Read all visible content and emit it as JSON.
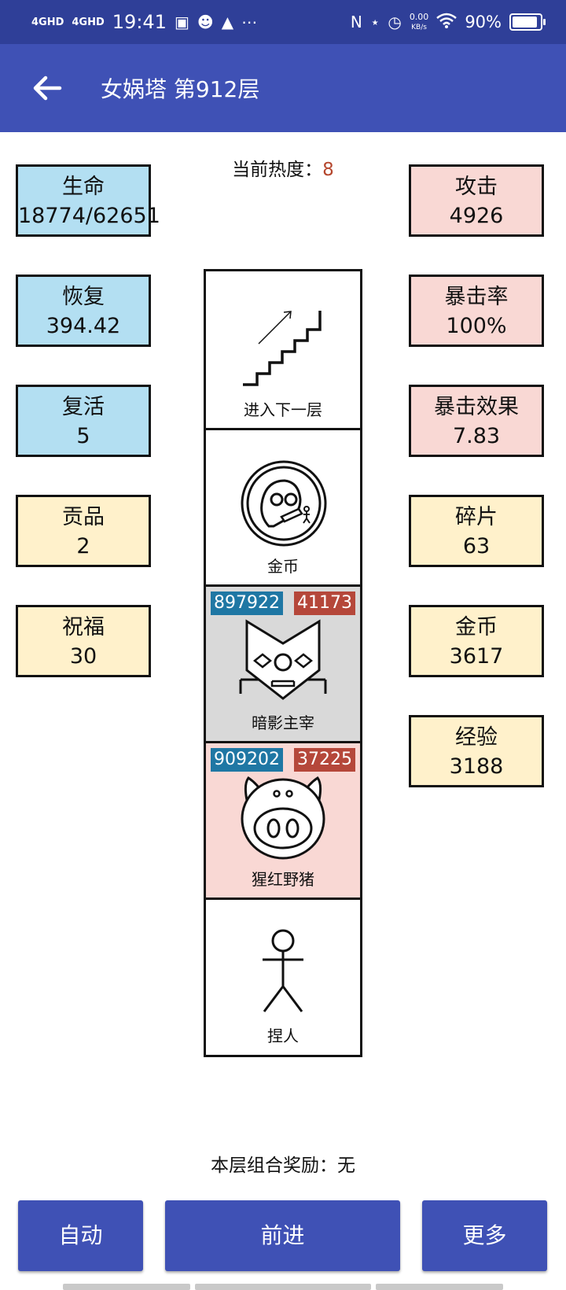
{
  "status_bar": {
    "signal1": "4GHD",
    "signal2": "4GHD",
    "time": "19:41",
    "icons": [
      "soul-app-icon",
      "wechat-icon",
      "qq-icon",
      "more-dots-icon"
    ],
    "right_icons": [
      "nfc-icon",
      "bluetooth-icon",
      "alarm-icon"
    ],
    "net_speed_value": "0.00",
    "net_speed_unit": "KB/s",
    "battery_percent": "90%",
    "battery_level": 0.9
  },
  "header": {
    "back_icon": "arrow-left-icon",
    "title": "女娲塔 第912层"
  },
  "heat": {
    "label": "当前热度：",
    "value": "8",
    "value_color": "#b5472e"
  },
  "left_stats": [
    {
      "name": "生命",
      "value": "18774/62651",
      "color": "#b3dff2"
    },
    {
      "name": "恢复",
      "value": "394.42",
      "color": "#b3dff2"
    },
    {
      "name": "复活",
      "value": "5",
      "color": "#b3dff2"
    },
    {
      "name": "贡品",
      "value": "2",
      "color": "#fff1cb"
    },
    {
      "name": "祝福",
      "value": "30",
      "color": "#fff1cb"
    }
  ],
  "right_stats": [
    {
      "name": "攻击",
      "value": "4926",
      "color": "#f9d8d4"
    },
    {
      "name": "暴击率",
      "value": "100%",
      "color": "#f9d8d4"
    },
    {
      "name": "暴击效果",
      "value": "7.83",
      "color": "#f9d8d4"
    },
    {
      "name": "碎片",
      "value": "63",
      "color": "#fff1cb"
    },
    {
      "name": "金币",
      "value": "3617",
      "color": "#fff1cb"
    },
    {
      "name": "经验",
      "value": "3188",
      "color": "#fff1cb"
    }
  ],
  "tower": {
    "cells": [
      {
        "label": "进入下一层",
        "icon": "stairs-icon",
        "bg": "#ffffff"
      },
      {
        "label": "金币",
        "icon": "gold-coin-icon",
        "bg": "#ffffff"
      },
      {
        "label": "暗影主宰",
        "icon": "shadow-lord-mask-icon",
        "bg": "#d9d9d9",
        "hp": "897922",
        "atk": "41173"
      },
      {
        "label": "猩红野猪",
        "icon": "boar-icon",
        "bg": "#f9d8d4",
        "hp": "909202",
        "atk": "37225"
      },
      {
        "label": "捏人",
        "icon": "stick-figure-icon",
        "bg": "#ffffff"
      }
    ]
  },
  "combo": {
    "label": "本层组合奖励：",
    "value": "无"
  },
  "buttons": {
    "auto": "自动",
    "forward": "前进",
    "more": "更多"
  },
  "colors": {
    "status_bar": "#2f3f98",
    "app_bar": "#3f51b5",
    "hp_badge": "#1f77a4",
    "atk_badge": "#b5473a"
  }
}
